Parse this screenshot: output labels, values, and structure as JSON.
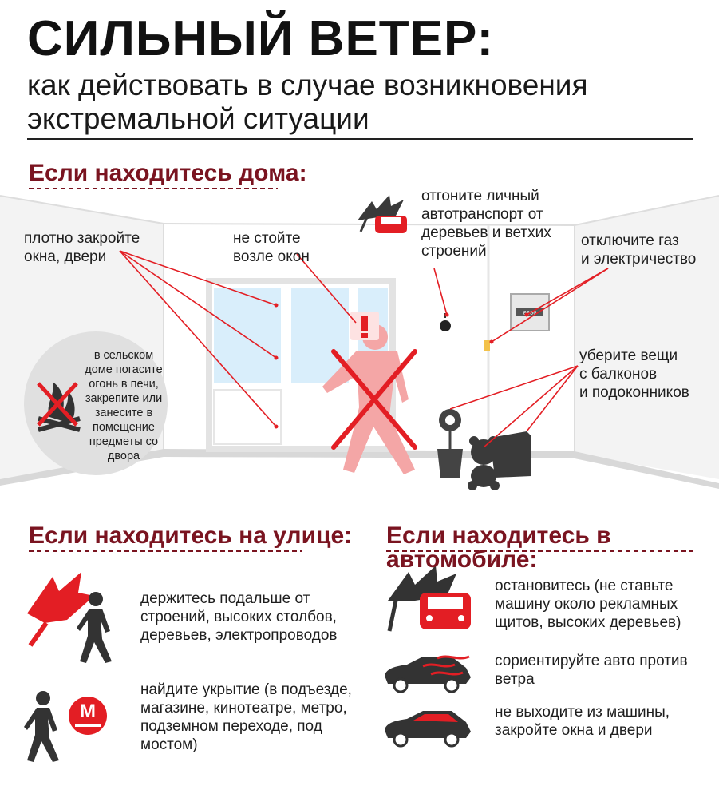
{
  "header": {
    "title": "СИЛЬНЫЙ ВЕТЕР:",
    "subtitle_line1": "как действовать в случае возникновения",
    "subtitle_line2": "экстремальной ситуации"
  },
  "home": {
    "heading": "Если находитесь дома:",
    "close_windows": [
      "плотно закройте",
      "окна, двери"
    ],
    "not_near_windows": [
      "не стойте",
      "возле окон"
    ],
    "move_car": [
      "отгоните личный",
      "автотранспорт от",
      "деревьев и ветхих",
      "строений"
    ],
    "gas_power": [
      "отключите газ",
      "и электричество"
    ],
    "remove_items": [
      "уберите вещи",
      "с балконов",
      "и подоконников"
    ],
    "rural": [
      "в сельском",
      "доме погасите",
      "огонь в печи,",
      "закрепите или",
      "занесите в",
      "помещение",
      "предметы со",
      "двора"
    ]
  },
  "street": {
    "heading": "Если находитесь на улице:",
    "keep_away": [
      "держитесь подальше от",
      "строений, высоких столбов,",
      "деревьев, электропроводов"
    ],
    "shelter": [
      "найдите укрытие (в подъезде,",
      "магазине, кинотеатре, метро,",
      "подземном переходе, под",
      "мостом)"
    ],
    "metro_letter": "М"
  },
  "car": {
    "heading": "Если находитесь в автомобиле:",
    "stop": [
      "остановитесь (не ставьте",
      "машину около рекламных",
      "щитов, высоких деревьев)"
    ],
    "orient": [
      "сориентируйте авто против",
      "ветра"
    ],
    "stay": [
      "не выходите из машины,",
      "закройте окна и двери"
    ]
  },
  "colors": {
    "accent": "#e31e24",
    "heading": "#7a1420",
    "pink": "#f4a6a6",
    "dark": "#333333"
  }
}
